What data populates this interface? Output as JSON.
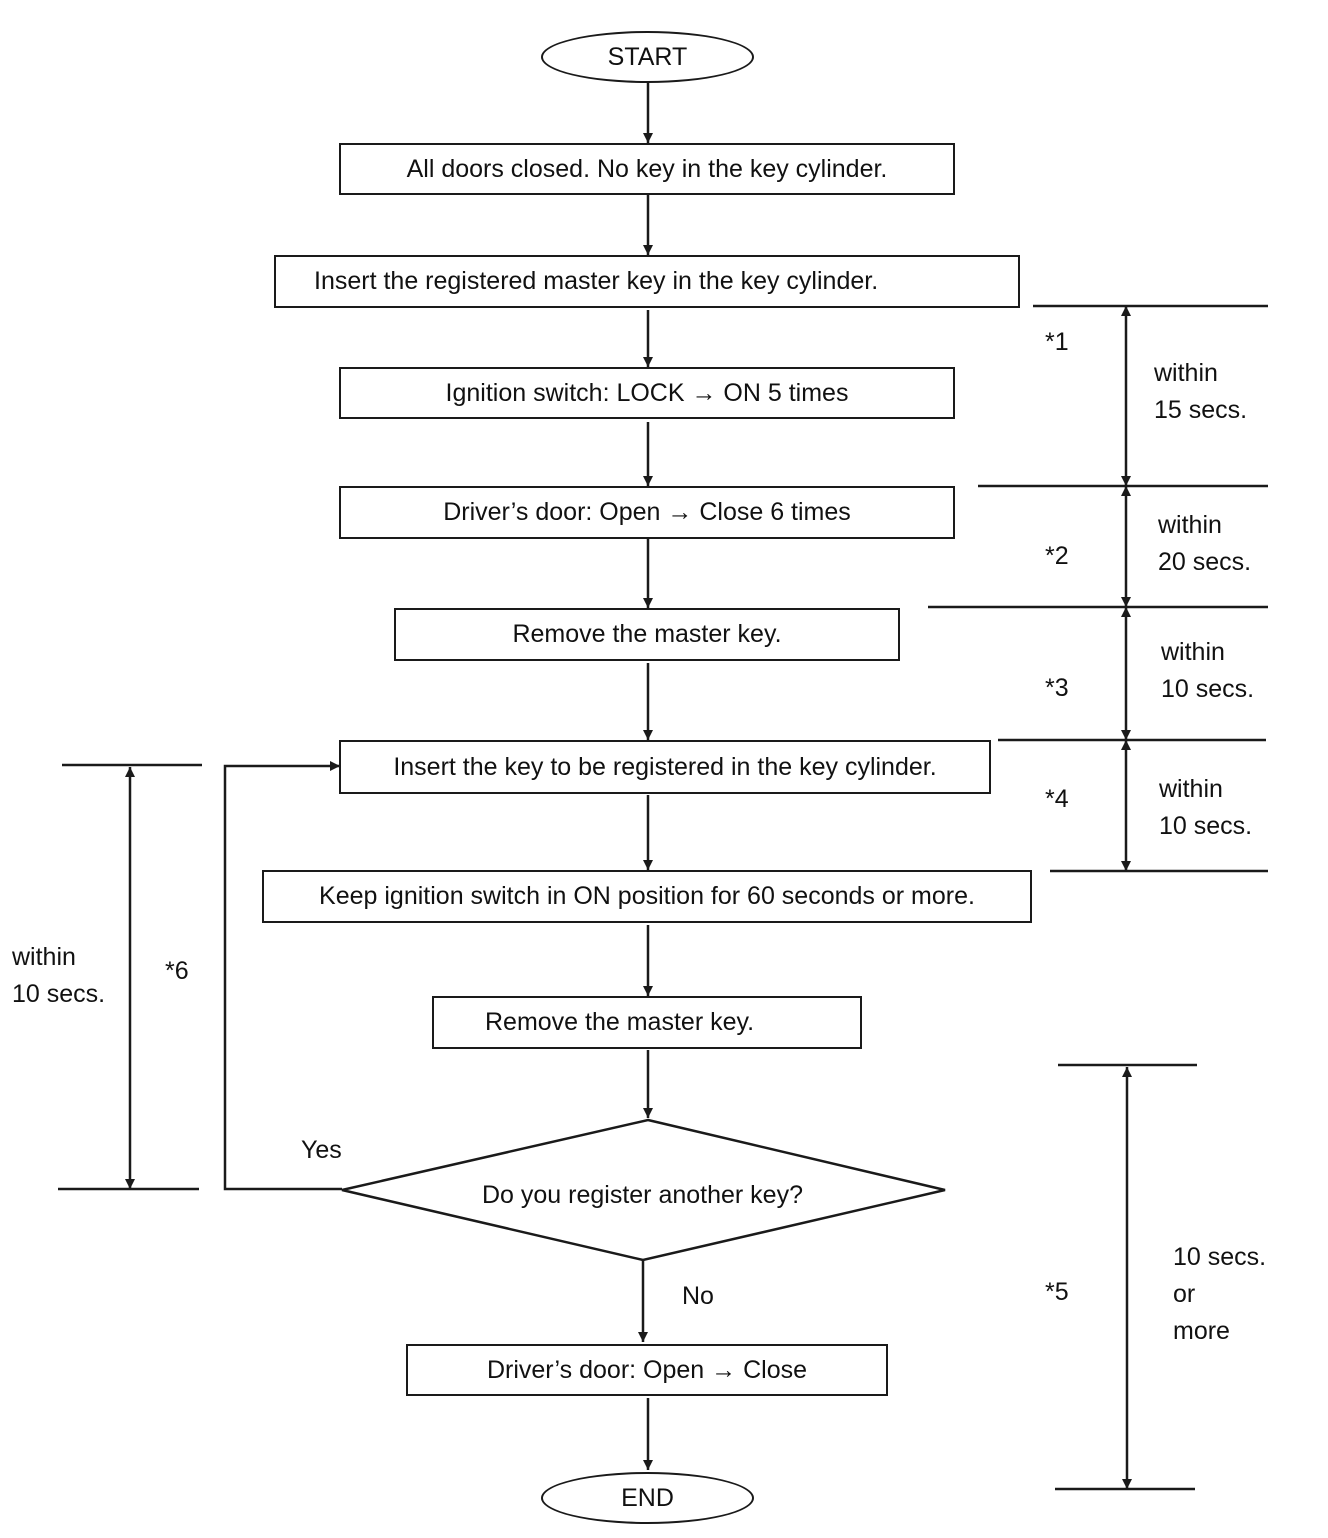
{
  "flow": {
    "start": "START",
    "end": "END",
    "steps": [
      "All doors closed. No key in the key cylinder.",
      "Insert the registered master key in the key cylinder.",
      "Ignition switch: LOCK → ON 5 times",
      "Driver’s door: Open → Close 6 times",
      "Remove the master key.",
      "Insert the key to be registered in the key cylinder.",
      "Keep ignition switch in ON position for 60 seconds or more.",
      "Remove the master key.",
      "Driver’s door: Open → Close"
    ],
    "decision": "Do you register another key?",
    "yes_label": "Yes",
    "no_label": "No"
  },
  "timings": {
    "t1": {
      "mark": "*1",
      "line1": "within",
      "line2": "15 secs."
    },
    "t2": {
      "mark": "*2",
      "line1": "within",
      "line2": "20 secs."
    },
    "t3": {
      "mark": "*3",
      "line1": "within",
      "line2": "10 secs."
    },
    "t4": {
      "mark": "*4",
      "line1": "within",
      "line2": "10 secs."
    },
    "t5": {
      "mark": "*5",
      "line1": "10 secs.",
      "line2": "or",
      "line3": "more"
    },
    "t6": {
      "mark": "*6",
      "line1": "within",
      "line2": "10 secs."
    }
  }
}
